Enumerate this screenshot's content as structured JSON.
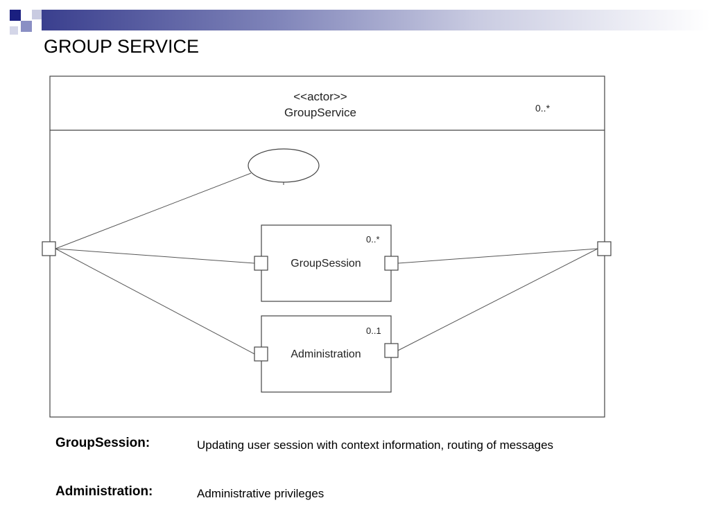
{
  "slide": {
    "title": "GROUP SERVICE"
  },
  "diagram": {
    "actor": {
      "stereotype": "<<actor>>",
      "name": "GroupService",
      "multiplicity": "0..*"
    },
    "components": [
      {
        "name": "GroupSession",
        "multiplicity": "0..*"
      },
      {
        "name": "Administration",
        "multiplicity": "0..1"
      }
    ]
  },
  "legend": [
    {
      "term": "GroupSession:",
      "description": "Updating user session with context information, routing of messages"
    },
    {
      "term": "Administration:",
      "description": "Administrative privileges"
    }
  ],
  "colors": {
    "header_dark": "#1a1f80",
    "header_mid": "#7f84b9",
    "header_light": "#c9cbe1"
  }
}
